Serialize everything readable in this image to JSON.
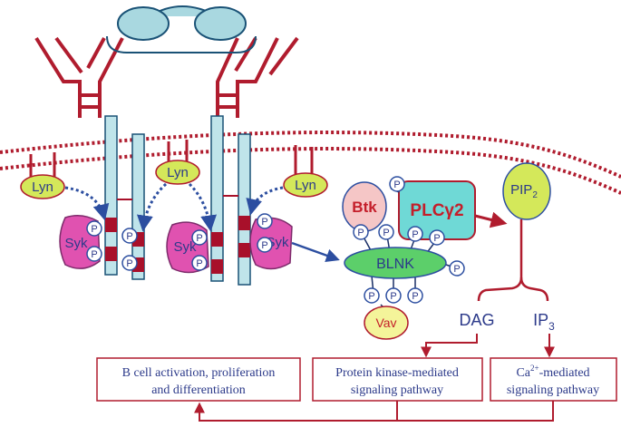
{
  "colors": {
    "membrane": "#b01c2e",
    "receptor_fill": "#bfe4ea",
    "receptor_stroke": "#1a5276",
    "receptor_cap": "#a9d8e0",
    "itam": "#a8102a",
    "lyn_fill": "#d4e85a",
    "syk_fill": "#e052b0",
    "btk_fill": "#f5c6c6",
    "plc_fill": "#6fd9d6",
    "blnk_fill": "#5ccf6a",
    "vav_fill": "#f4f49a",
    "pip2_fill": "#d4e85a",
    "arrow_blue": "#2c4ea0",
    "arrow_red": "#b01c2e",
    "p_stroke": "#2c4ea0",
    "box_stroke": "#b01c2e",
    "text_blue": "#2c3a8a",
    "text_red": "#c41e2a"
  },
  "proteins": {
    "lyn": "Lyn",
    "syk": "Syk",
    "btk": "Btk",
    "plcg2": "PLCγ2",
    "blnk": "BLNK",
    "vav": "Vav",
    "pip2_base": "PIP",
    "pip2_sub": "2"
  },
  "phospho_label": "P",
  "second_messengers": {
    "dag": "DAG",
    "ip3_base": "IP",
    "ip3_sub": "3"
  },
  "outcomes": {
    "b_cell": [
      "B cell activation, proliferation",
      "and differentiation"
    ],
    "pkc": [
      "Protein kinase-mediated",
      "signaling pathway"
    ],
    "ca_base": "Ca",
    "ca_sup": "2+",
    "ca_line1_rest": "-mediated",
    "ca_line2": "signaling pathway"
  }
}
